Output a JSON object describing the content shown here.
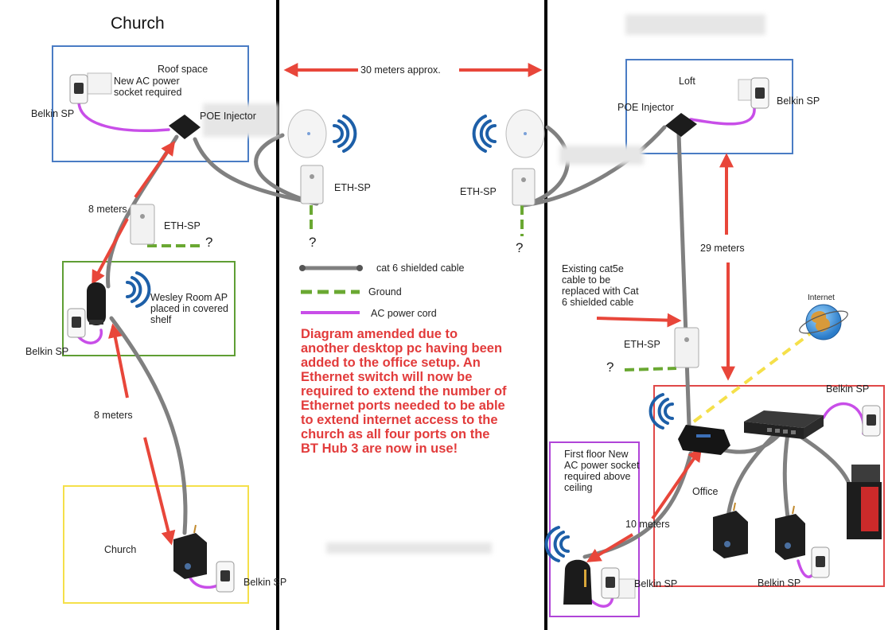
{
  "titles": {
    "left_site": "Church"
  },
  "labels": {
    "roof_space": "Roof space",
    "new_ac_church": "New AC power socket required",
    "belkin_roof": "Belkin SP",
    "poe_left": "POE Injector",
    "eth_sp_bridge_left": "ETH-SP",
    "q_bridge_left": "?",
    "distance_30": "30 meters approx.",
    "eth_sp_bridge_right": "ETH-SP",
    "q_bridge_right": "?",
    "loft": "Loft",
    "poe_right": "POE Injector",
    "belkin_loft": "Belkin SP",
    "eight_meters_top": "8 meters",
    "eth_sp_church": "ETH-SP",
    "q_church": "?",
    "wesley_room": "Wesley Room AP placed in covered shelf",
    "belkin_wesley": "Belkin SP",
    "eight_meters_bottom": "8 meters",
    "church_room": "Church",
    "belkin_church_pc": "Belkin SP",
    "twentynine_meters": "29 meters",
    "existing_cable": "Existing cat5e cable to be replaced with Cat 6 shielded cable",
    "internet": "Internet",
    "eth_sp_office": "ETH-SP",
    "q_office": "?",
    "belkin_switch": "Belkin SP",
    "first_floor": "First floor New AC power socket required above ceiling",
    "office": "Office",
    "ten_meters": "10 meters",
    "belkin_first_floor": "Belkin SP",
    "belkin_office": "Belkin SP"
  },
  "legend": {
    "cat6": "cat 6 shielded cable",
    "ground": "Ground",
    "ac": "AC power cord"
  },
  "note": "Diagram amended due to another desktop pc having been added to the office setup. An Ethernet switch will now be required to extend the number of Ethernet ports needed to be able to extend internet access to the church as all four ports on the BT Hub 3 are now in use!",
  "colors": {
    "cable": "#808080",
    "ground": "#6aa832",
    "ac": "#c84ee8",
    "arrow": "#e8463a",
    "note": "#e23b3b",
    "box_blue": "#4a7cc4",
    "box_green": "#5f9e34",
    "box_yellow": "#f5e04a",
    "box_red": "#e04848",
    "box_purple": "#b044d8",
    "wifi": "#1d5fa8"
  }
}
